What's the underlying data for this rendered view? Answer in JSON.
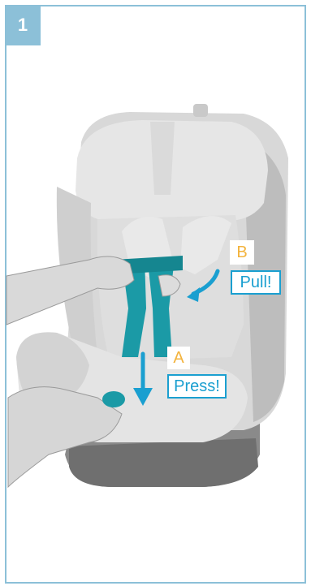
{
  "step": {
    "number": "1"
  },
  "steps": [
    {
      "letter": "B",
      "action": "Pull!"
    },
    {
      "letter": "A",
      "action": "Press!"
    }
  ],
  "colors": {
    "frame": "#8cc0d8",
    "letter": "#f3b33d",
    "action": "#1a9fd0",
    "belt": "#1b9aa6"
  }
}
